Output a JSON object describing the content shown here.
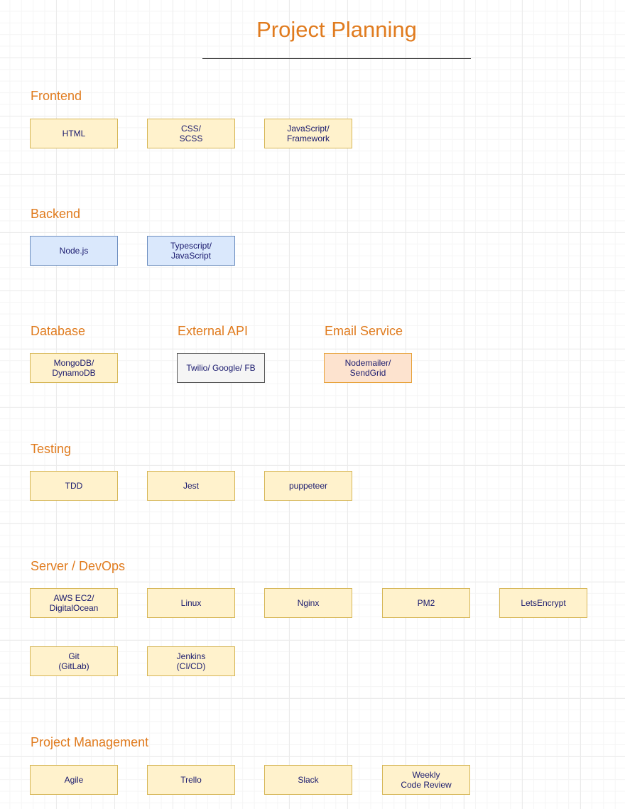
{
  "title": "Project Planning",
  "colors": {
    "heading": "#e07b1e",
    "box_fill_default": "#fff2cc",
    "box_border_default": "#d6b656",
    "box_fill_blue": "#dae8fc",
    "box_border_blue": "#6c8ebf",
    "box_fill_gray": "#f5f5f5",
    "box_border_gray": "#555555",
    "box_fill_peach": "#fde3cf",
    "box_border_peach": "#e7a23a",
    "box_text": "#1a1a6e"
  },
  "sections": {
    "frontend": {
      "title": "Frontend",
      "items": [
        "HTML",
        "CSS/\nSCSS",
        "JavaScript/\nFramework"
      ]
    },
    "backend": {
      "title": "Backend",
      "items": [
        "Node.js",
        "Typescript/\nJavaScript"
      ]
    },
    "database": {
      "title": "Database",
      "items": [
        "MongoDB/\nDynamoDB"
      ]
    },
    "external_api": {
      "title": "External API",
      "items": [
        "Twilio/ Google/ FB"
      ]
    },
    "email_service": {
      "title": "Email Service",
      "items": [
        "Nodemailer/\nSendGrid"
      ]
    },
    "testing": {
      "title": "Testing",
      "items": [
        "TDD",
        "Jest",
        "puppeteer"
      ]
    },
    "server_devops": {
      "title": "Server / DevOps",
      "items": [
        "AWS EC2/\nDigitalOcean",
        "Linux",
        "Nginx",
        "PM2",
        "LetsEncrypt",
        "Git\n(GitLab)",
        "Jenkins\n(CI/CD)"
      ]
    },
    "project_management": {
      "title": "Project Management",
      "items": [
        "Agile",
        "Trello",
        "Slack",
        "Weekly\nCode Review"
      ]
    }
  }
}
